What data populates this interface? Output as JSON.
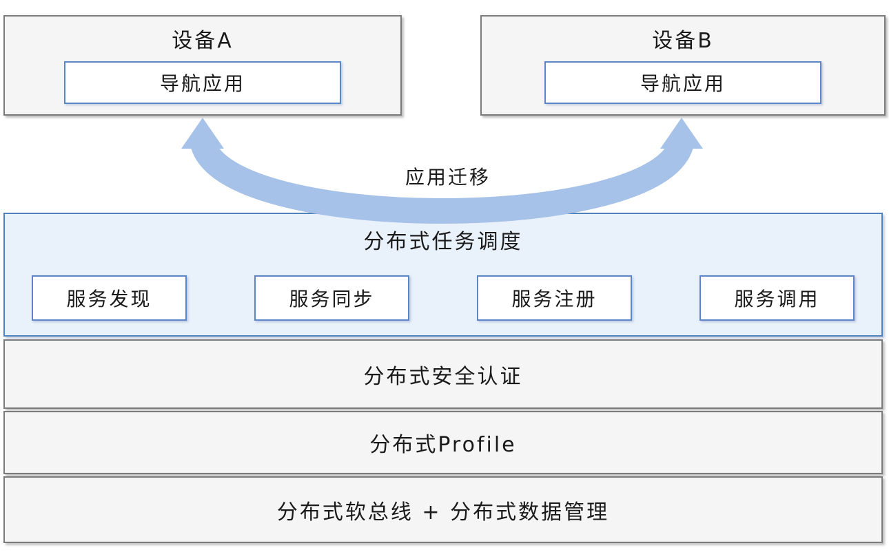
{
  "diagram": {
    "devices": [
      {
        "title": "设备A",
        "app": "导航应用"
      },
      {
        "title": "设备B",
        "app": "导航应用"
      }
    ],
    "migration_label": "应用迁移",
    "layers": {
      "task_scheduling": {
        "title": "分布式任务调度",
        "services": [
          "服务发现",
          "服务同步",
          "服务注册",
          "服务调用"
        ]
      },
      "security": "分布式安全认证",
      "profile": "分布式Profile",
      "softbus": "分布式软总线 + 分布式数据管理"
    },
    "colors": {
      "arrow_fill": "#a7c2e9",
      "blue_border": "#5b87c7",
      "blue_layer_border": "#4f81bd",
      "blue_layer_fill": "#e9f1fb",
      "gray_border": "#7b7b7b",
      "gray_fill": "#f5f5f6",
      "text": "#1a1a1a"
    }
  }
}
